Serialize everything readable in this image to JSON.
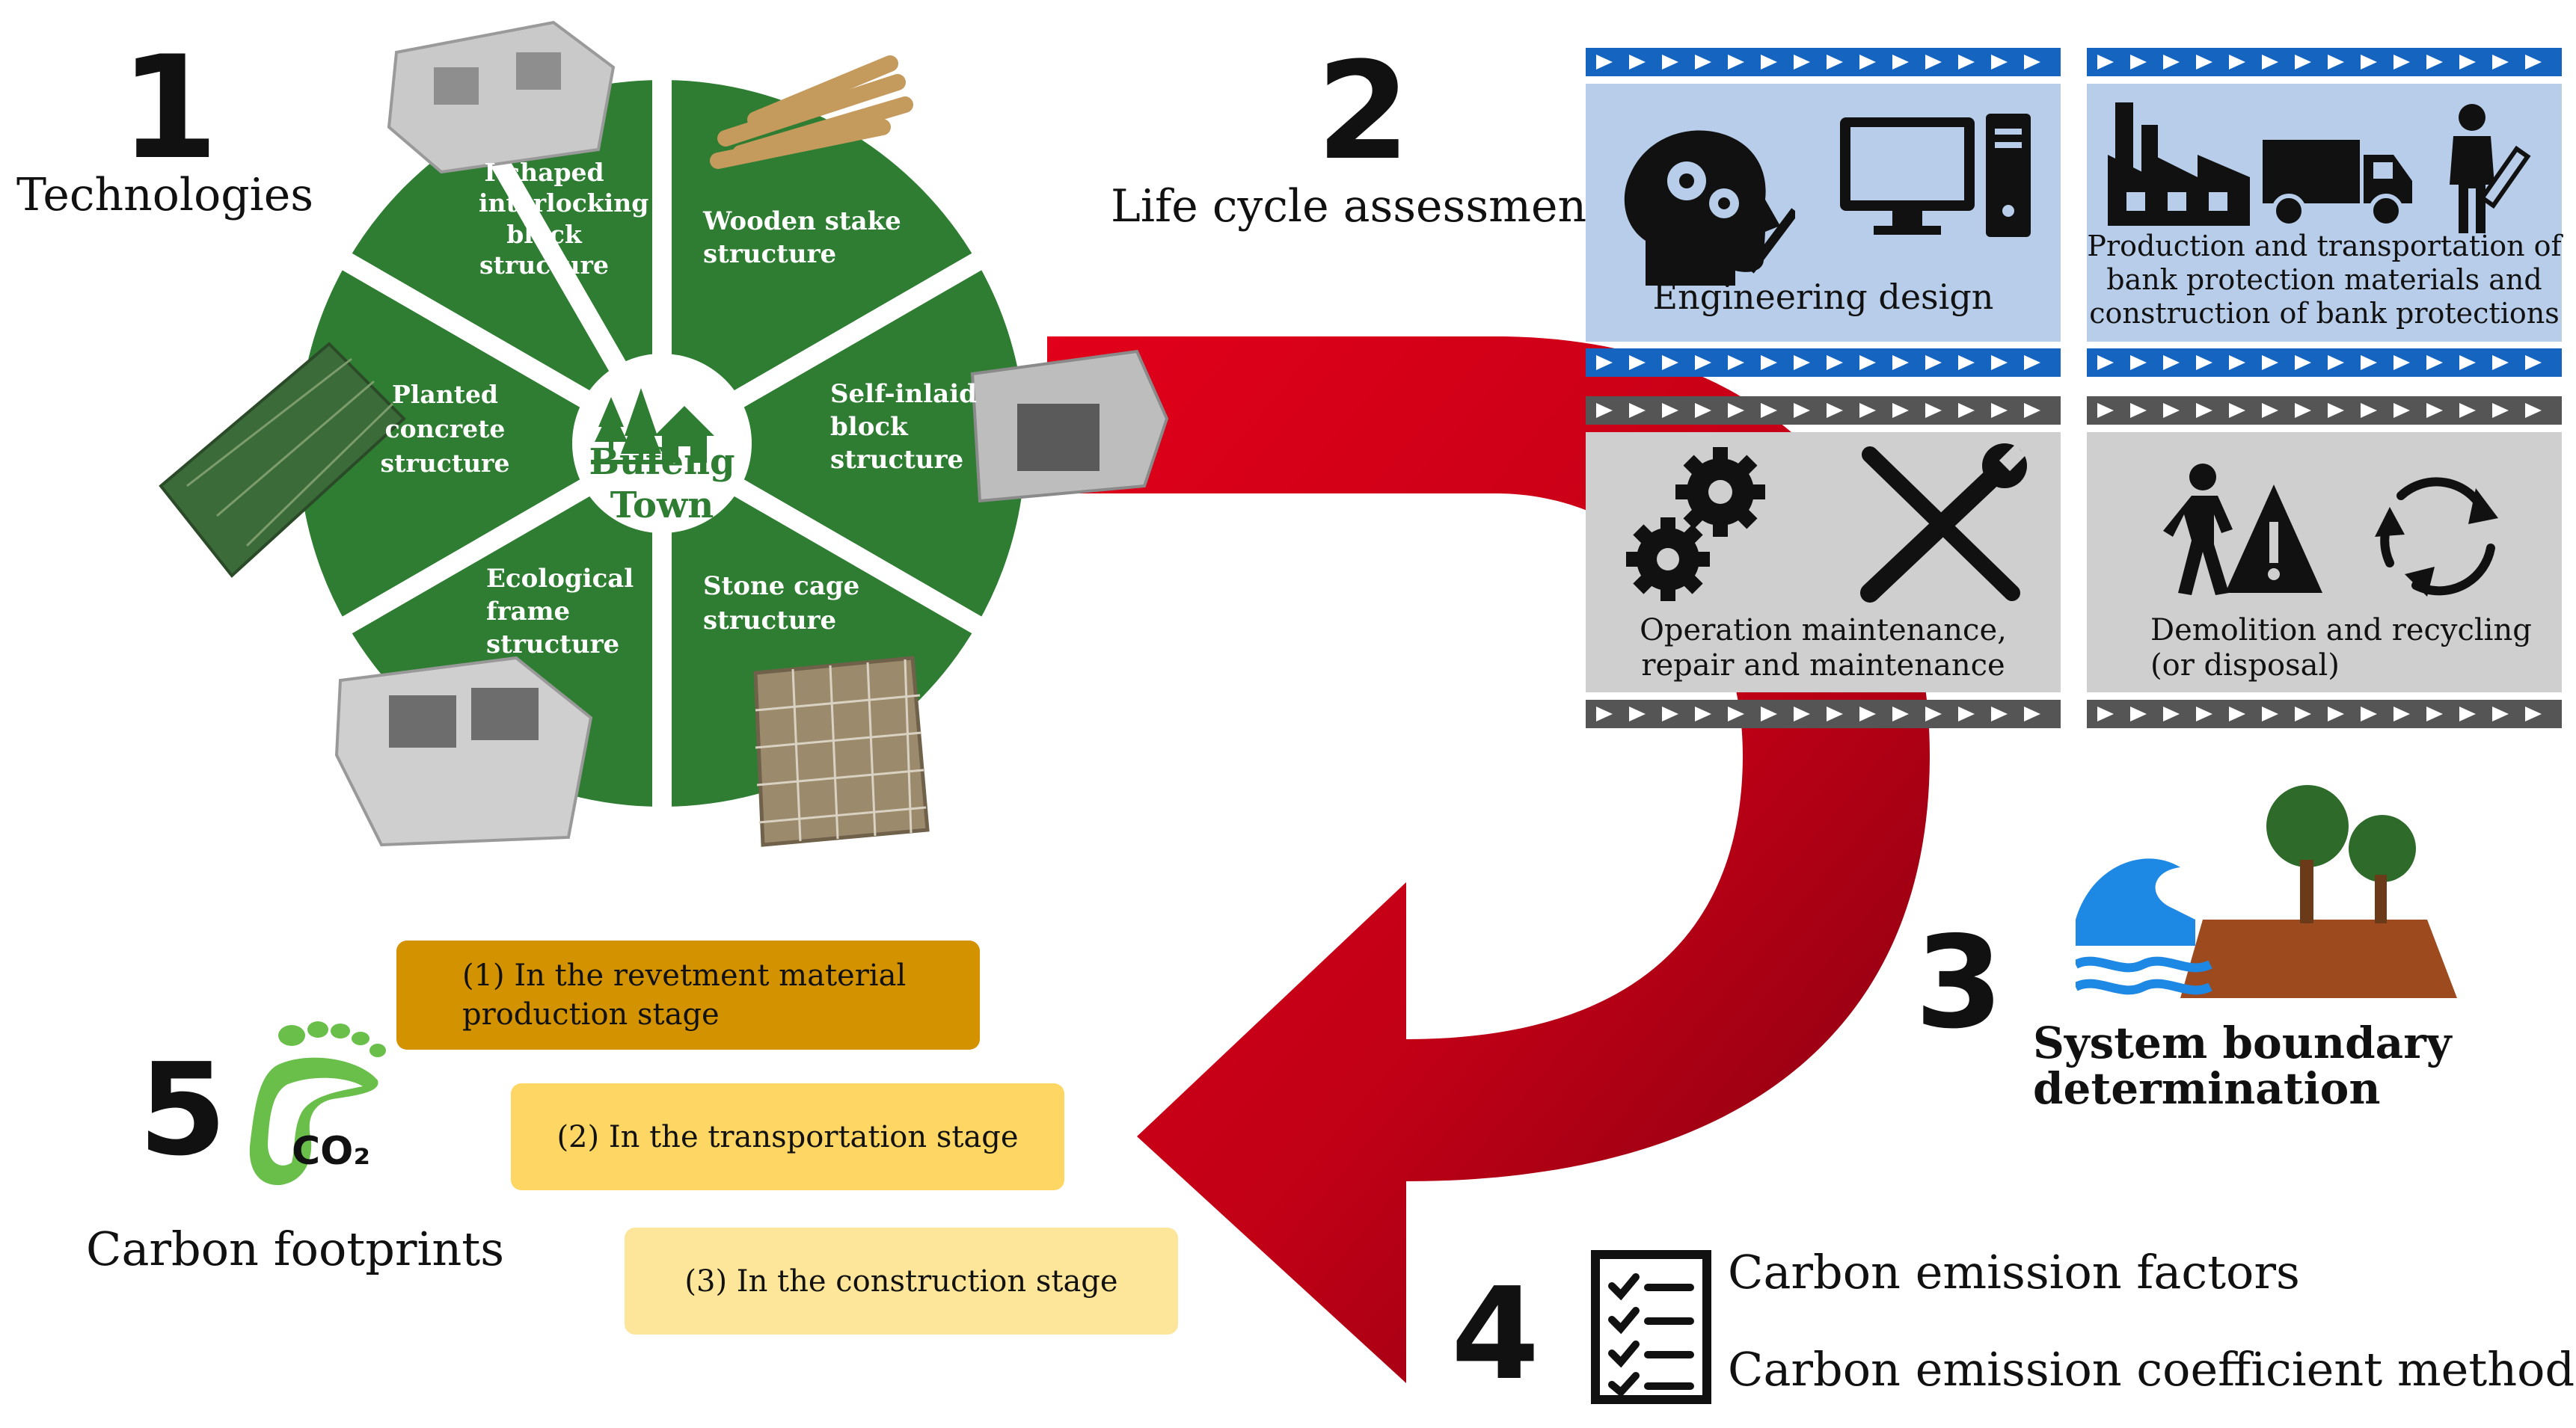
{
  "steps": {
    "technologies": {
      "number": "1",
      "title": "Technologies"
    },
    "lca": {
      "number": "2",
      "title": "Life cycle assessment"
    },
    "boundary": {
      "number": "3",
      "title_line1": "System boundary",
      "title_line2": "determination"
    },
    "emission": {
      "number": "4",
      "items": [
        "Carbon emission factors",
        "Carbon emission coefficient method"
      ]
    },
    "footprints": {
      "number": "5",
      "title": "Carbon footprints",
      "co2_label": "CO₂"
    }
  },
  "wheel": {
    "center_line1": "Bufeng",
    "center_line2": "Town",
    "segments": [
      {
        "line1": "I-shaped",
        "line2": "interlocking",
        "line3": "block",
        "line4": "structure"
      },
      {
        "line1": "Wooden stake",
        "line2": "structure"
      },
      {
        "line1": "Self-inlaid",
        "line2": "block",
        "line3": "structure"
      },
      {
        "line1": "Stone cage",
        "line2": "structure"
      },
      {
        "line1": "Ecological",
        "line2": "frame",
        "line3": "structure"
      },
      {
        "line1": "Planted",
        "line2": "concrete",
        "line3": "structure"
      }
    ]
  },
  "lca_panels": {
    "design": {
      "label": "Engineering design"
    },
    "production": {
      "line1": "Production and transportation of",
      "line2": "bank protection materials and",
      "line3": "construction of bank protections"
    },
    "operation": {
      "line1": "Operation maintenance,",
      "line2": "repair and maintenance"
    },
    "demolition": {
      "line1": "Demolition and recycling",
      "line2": "(or disposal)"
    }
  },
  "footprint_stages": [
    {
      "line1": "(1) In the revetment material",
      "line2": "production stage"
    },
    {
      "line1": "(2) In the transportation stage"
    },
    {
      "line1": "(3) In the construction stage"
    }
  ],
  "colors": {
    "wheel_green": "#2e7d32",
    "arrow_red": "#c8102e",
    "panel_blue": "#b7cde9",
    "panel_gray": "#cfcfcf",
    "stripe_blue": "#1565c0",
    "stripe_gray": "#555555",
    "stage1": "#d39200",
    "stage2": "#fdd663",
    "stage3": "#fde59a",
    "footprint_green": "#6abf4b"
  }
}
